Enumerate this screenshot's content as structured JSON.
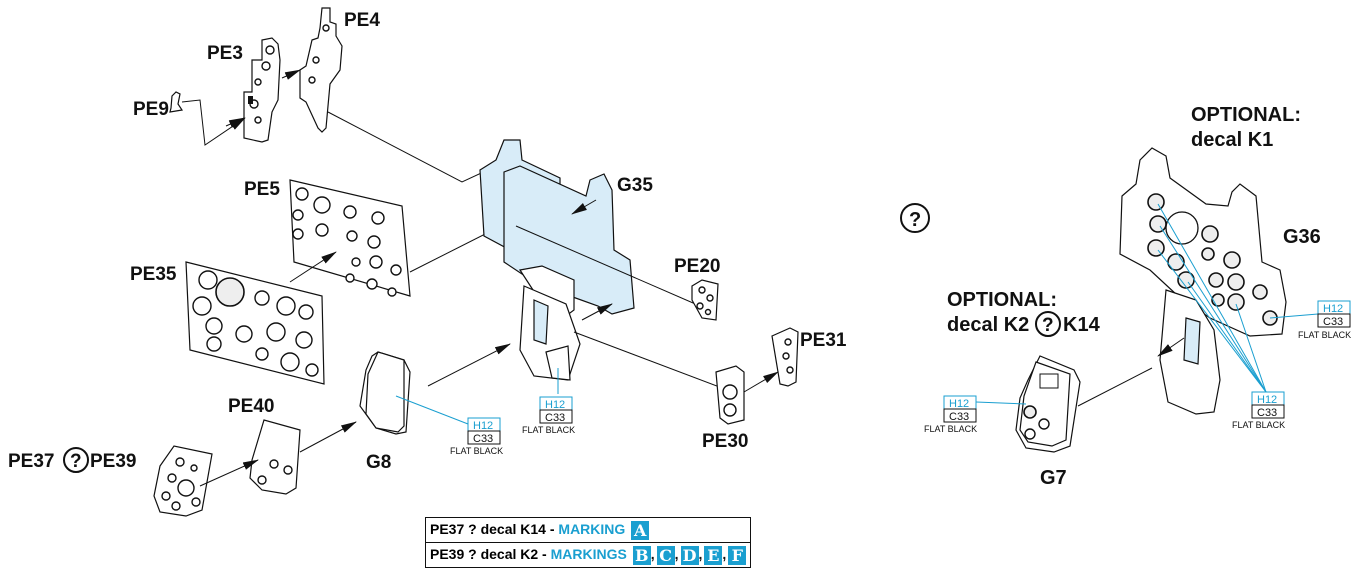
{
  "parts": {
    "pe3": "PE3",
    "pe4": "PE4",
    "pe9": "PE9",
    "pe5": "PE5",
    "pe35": "PE35",
    "pe40": "PE40",
    "pe37": "PE37",
    "pe39": "PE39",
    "g8": "G8",
    "g35": "G35",
    "pe20": "PE20",
    "pe31": "PE31",
    "pe30": "PE30",
    "g36": "G36",
    "g7": "G7"
  },
  "choice_symbol": "?",
  "optional": {
    "k1_line1": "OPTIONAL:",
    "k1_line2": "decal K1",
    "k2_line1": "OPTIONAL:",
    "k2_line2_a": "decal K2",
    "k2_line2_b": "K14"
  },
  "paint": {
    "code_top": "H12",
    "code_bottom": "C33",
    "description": "FLAT BLACK"
  },
  "marking_table": {
    "row1_text": "PE37 ? decal K14 - ",
    "row1_word": "MARKING",
    "row1_letters": [
      "A"
    ],
    "row2_text": "PE39 ? decal K2 - ",
    "row2_word": "MARKINGS",
    "row2_letters": [
      "B",
      "C",
      "D",
      "E",
      "F"
    ],
    "separator": ","
  },
  "colors": {
    "accent": "#1a9fd0",
    "part_fill_blue": "#d8ecf8",
    "line": "#111111"
  }
}
